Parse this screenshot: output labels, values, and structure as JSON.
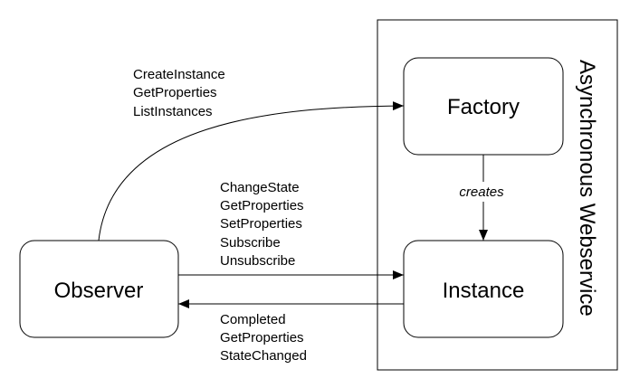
{
  "container": {
    "label": "Asynchronous Webservice"
  },
  "nodes": {
    "factory": "Factory",
    "instance": "Instance",
    "observer": "Observer"
  },
  "edges": {
    "observer_to_factory": [
      "CreateInstance",
      "GetProperties",
      "ListInstances"
    ],
    "factory_to_instance": "creates",
    "observer_to_instance": [
      "ChangeState",
      "GetProperties",
      "SetProperties",
      "Subscribe",
      "Unsubscribe"
    ],
    "instance_to_observer": [
      "Completed",
      "GetProperties",
      "StateChanged"
    ]
  },
  "colors": {
    "stroke": "#000000",
    "background": "#ffffff"
  }
}
